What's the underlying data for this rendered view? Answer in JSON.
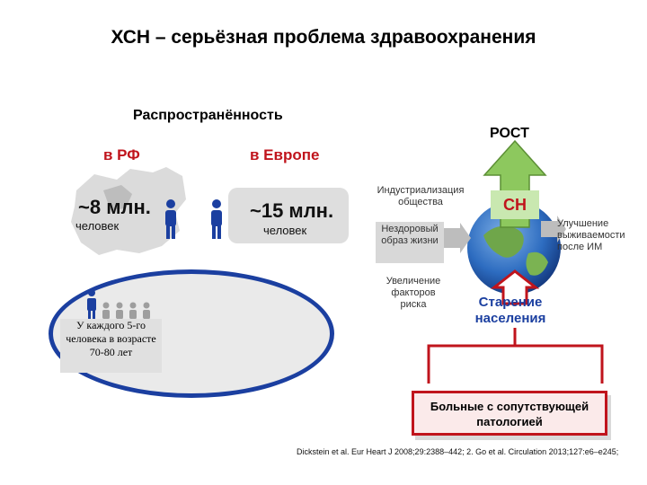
{
  "title": "ХСН – серьёзная проблема здравоохранения",
  "prevalence": {
    "heading": "Распространённость",
    "rf": {
      "label": "в РФ",
      "number": "~8 млн.",
      "unit": "человек"
    },
    "europe": {
      "label": "в Европе",
      "number": "~15 млн.",
      "unit": "человек"
    },
    "fifth_person": "У каждого 5-го человека в возрасте 70-80 лет"
  },
  "growth": {
    "heading": "РОСТ",
    "center": "СН",
    "factors": [
      "Индустриализация общества",
      "Нездоровый образ жизни",
      "Увеличение факторов риска"
    ],
    "survival": "Улучшение выживаемости после ИМ",
    "aging": "Старение населения"
  },
  "patients": "Больные с сопутствующей патологией",
  "reference": "Dickstein et al. Eur Heart J 2008;29:2388–442; 2. Go et al. Circulation 2013;127:e6–e245;",
  "colors": {
    "red": "#c0141c",
    "blue": "#1b3fa0",
    "green": "#7cbf4a",
    "grey": "#d8d8d8"
  },
  "icons": [
    "person-icon",
    "europe-map",
    "russia-map",
    "globe-icon",
    "arrow-up-icon"
  ]
}
